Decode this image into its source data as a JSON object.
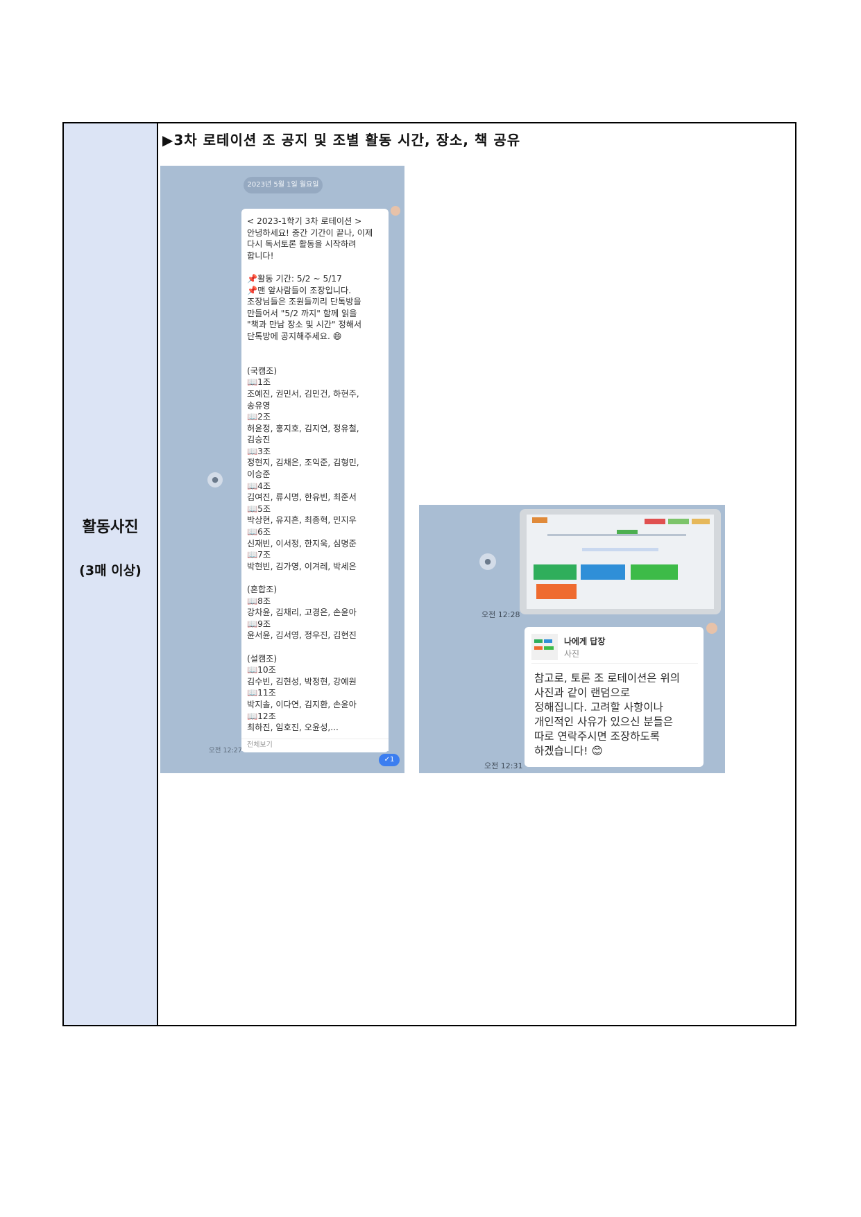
{
  "label": {
    "main": "활동사진",
    "sub": "(3매 이상)"
  },
  "heading": "▶3차 로테이션 조 공지 및 조별 활동 시간, 장소, 책 공유",
  "shot1": {
    "date": "2023년 5월 1일 월요일",
    "message": "< 2023-1학기 3차 로테이션 >\n안녕하세요! 중간 기간이 끝나, 이제\n다시 독서토론 활동을 시작하려\n합니다!\n\n📌활동 기간: 5/2 ~ 5/17\n📌맨 앞사람들이 조장입니다.\n조장님들은 조원들끼리 단톡방을\n만들어서 \"5/2 까지\" 함께 읽을\n\"책과 만남 장소 및 시간\" 정해서\n단톡방에 공지해주세요. 😄\n\n\n(국캠조)\n📖1조\n조예진, 권민서, 김민건, 하현주,\n송유영\n📖2조\n허윤정, 홍지호, 김지연, 정유철,\n김승진\n📖3조\n정현지, 김채은, 조익준, 김형민,\n이승준\n📖4조\n김여진, 류시명, 한유빈, 최준서\n📖5조\n박상현, 유지흔, 최종혁, 민지우\n📖6조\n신재빈, 이서정, 한지욱, 심명준\n📖7조\n박현빈, 김가영, 이겨레, 박세은\n\n(혼합조)\n📖8조\n강차윤, 김채리, 고경은, 손윤아\n📖9조\n윤서윤, 김서영, 정우진, 김현진\n\n(설캠조)\n📖10조\n김수빈, 김현성, 박정현, 강예원\n📖11조\n박지솔, 이다연, 김지환, 손윤아\n📖12조\n최하진, 임호진, 오윤성,...",
    "see_all": "전체보기",
    "time": "오전 12:27",
    "read_count": "✓1"
  },
  "shot2": {
    "photo_time": "오전 12:28",
    "quote_title": "나에게 답장",
    "quote_sub": "사진",
    "message": "참고로, 토론 조 로테이션은 위의\n사진과 같이 랜덤으로\n정해집니다. 고려할 사항이나\n개인적인 사유가 있으신 분들은\n따로 연락주시면 조장하도록\n하겠습니다! 😊",
    "time": "오전 12:31"
  },
  "colors": {
    "label_bg": "#dce4f5",
    "chat_bg": "#a9bdd3"
  }
}
